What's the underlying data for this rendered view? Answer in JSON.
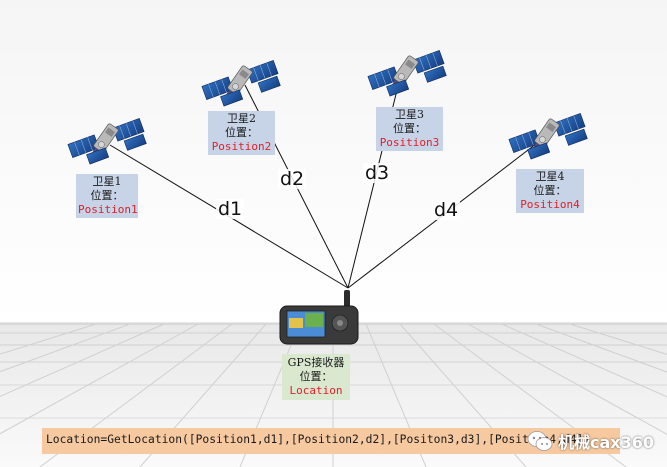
{
  "satellites": [
    {
      "name": "卫星1",
      "pos_label": "位置：",
      "position": "Position1",
      "distance": "d1"
    },
    {
      "name": "卫星2",
      "pos_label": "位置：",
      "position": "Position2",
      "distance": "d2"
    },
    {
      "name": "卫星3",
      "pos_label": "位置：",
      "position": "Position3",
      "distance": "d3"
    },
    {
      "name": "卫星4",
      "pos_label": "位置：",
      "position": "Position4",
      "distance": "d4"
    }
  ],
  "receiver": {
    "name": "GPS接收器",
    "pos_label": "位置：",
    "position": "Location"
  },
  "formula": "Location=GetLocation([Position1,d1],[Position2,d2],[Positon3,d3],[Position4,d4])",
  "watermark": "机械cax360",
  "colors": {
    "satellite_label_bg": "#c7d3e6",
    "receiver_label_bg": "#d9e8cf",
    "formula_bg": "#f6c9a0",
    "position_text": "#e0202a",
    "solar_panel": "#1f5ca8"
  }
}
